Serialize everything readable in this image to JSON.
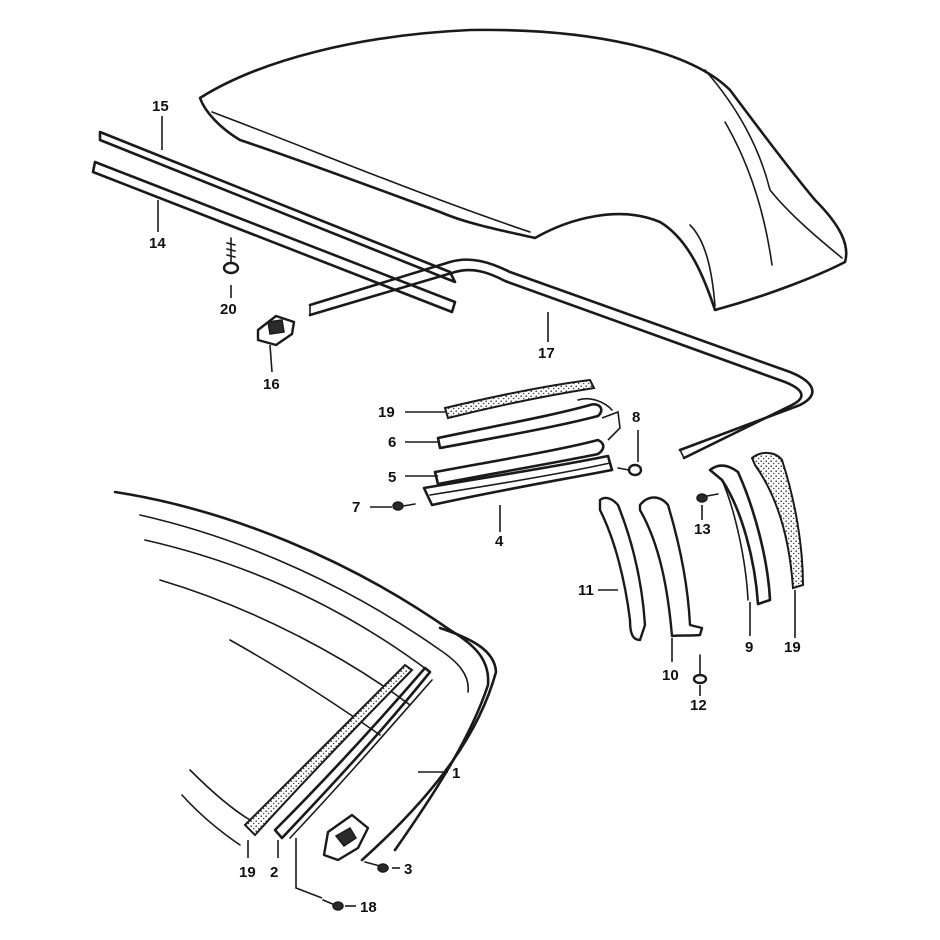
{
  "callouts": {
    "c1": "1",
    "c2": "2",
    "c3": "3",
    "c4": "4",
    "c5": "5",
    "c6": "6",
    "c7": "7",
    "c8": "8",
    "c9": "9",
    "c10": "10",
    "c11": "11",
    "c12": "12",
    "c13": "13",
    "c14": "14",
    "c15": "15",
    "c16": "16",
    "c17": "17",
    "c18": "18",
    "c19a": "19",
    "c19b": "19",
    "c19c": "19",
    "c20": "20"
  }
}
